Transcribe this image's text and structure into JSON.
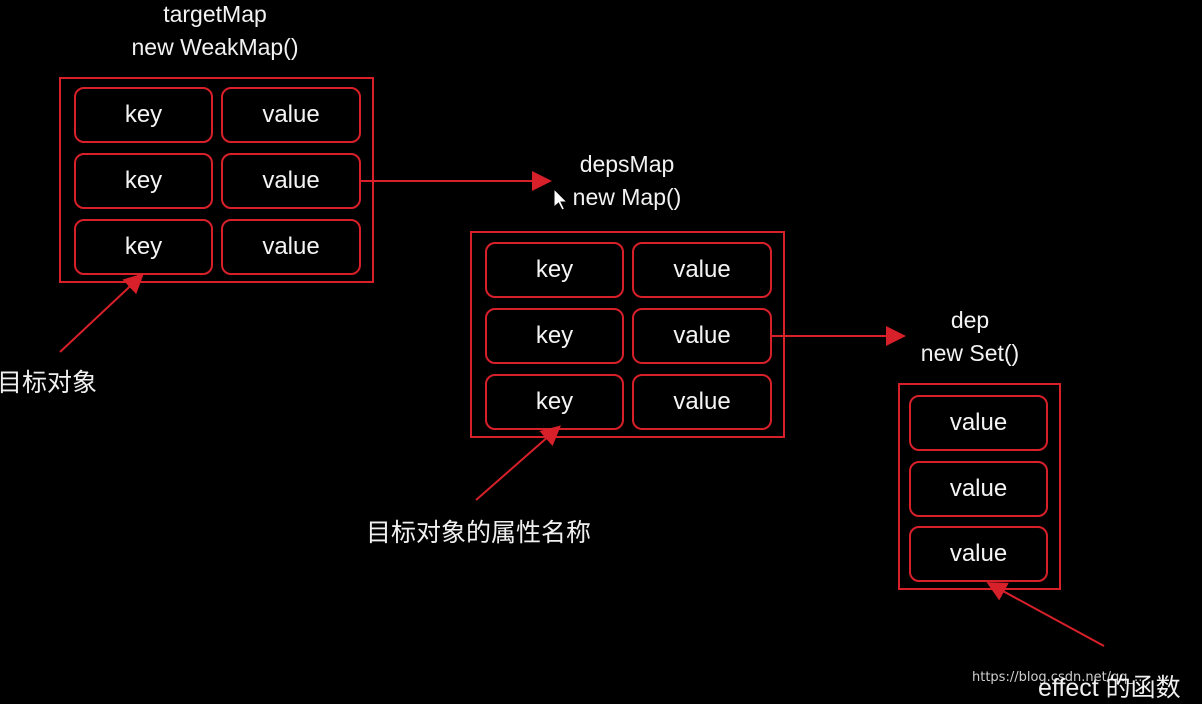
{
  "target_map": {
    "name": "targetMap",
    "ctor": "new WeakMap()",
    "rows": [
      {
        "key": "key",
        "value": "value"
      },
      {
        "key": "key",
        "value": "value"
      },
      {
        "key": "key",
        "value": "value"
      }
    ]
  },
  "deps_map": {
    "name": "depsMap",
    "ctor": "new Map()",
    "rows": [
      {
        "key": "key",
        "value": "value"
      },
      {
        "key": "key",
        "value": "value"
      },
      {
        "key": "key",
        "value": "value"
      }
    ]
  },
  "dep": {
    "name": "dep",
    "ctor": "new Set()",
    "items": [
      "value",
      "value",
      "value"
    ]
  },
  "notes": {
    "target_object": "目标对象",
    "property_name": "目标对象的属性名称",
    "effect_fn": "effect 的函数"
  },
  "watermark": "https://blog.csdn.net/qq_...",
  "colors": {
    "accent": "#d8202a",
    "background": "#000000"
  }
}
